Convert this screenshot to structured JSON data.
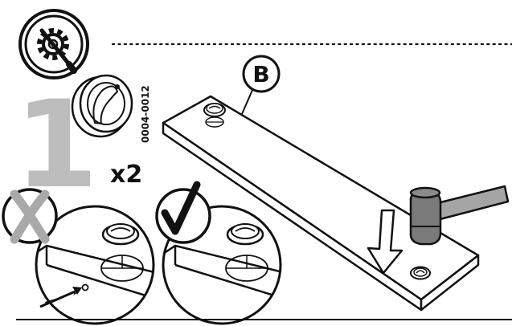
{
  "step": {
    "number": "1",
    "part_code": "0004-0012",
    "quantity": "x2",
    "board_label": "B"
  },
  "icons": {
    "tools": "tools-gear-screwdriver-icon",
    "wrong": "cross-mark-icon",
    "right": "check-mark-icon",
    "hammer": "hammer-icon",
    "arrow": "arrow-down-icon"
  },
  "colors": {
    "line": "#111111",
    "step_number": "#bdbdbd",
    "cross": "#a9a9a9",
    "hammer_head": "#7a7a7a",
    "hammer_handle": "#a5a5a5"
  }
}
